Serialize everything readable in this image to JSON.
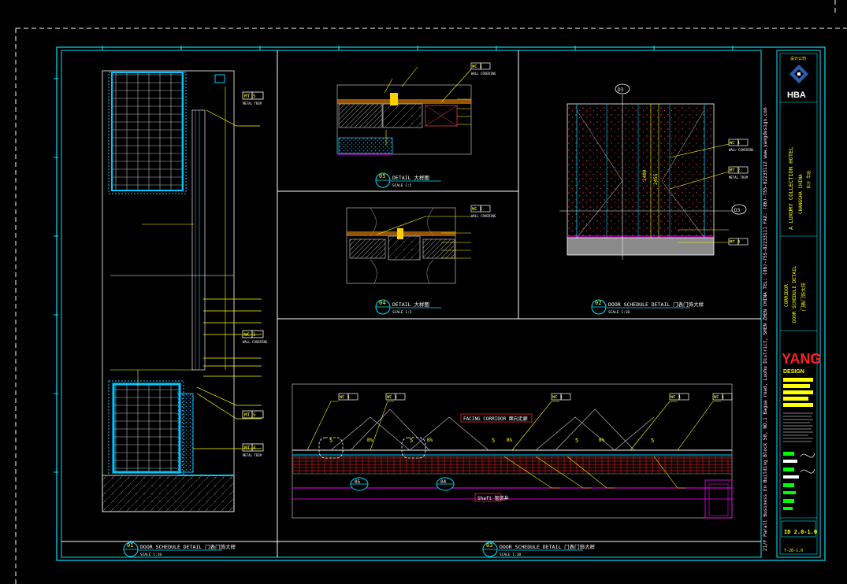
{
  "colors": {
    "background": "#000000",
    "border": "#00e5ff",
    "annotation": "#ffff00",
    "hatch": "#00c8ff",
    "white": "#ffffff",
    "red": "#ff2020",
    "magenta": "#ff00ff",
    "green": "#00ff00"
  },
  "detail_titles": {
    "d01_left": {
      "num": "01",
      "title": "DOOR SCHEDULE DETAIL 门表门饰大样",
      "scale": "SCALE 1:10"
    },
    "d05": {
      "num": "05",
      "title": "DETAIL 大样图",
      "scale": "SCALE 1:5"
    },
    "d04": {
      "num": "04",
      "title": "DETAIL 大样图",
      "scale": "SCALE 1:5"
    },
    "d02": {
      "num": "02",
      "title": "DOOR SCHEDULE DETAIL 门表门饰大样",
      "scale": "SCALE 1:10"
    },
    "d03": {
      "num": "03",
      "title": "DOOR SCHEDULE DETAIL 门表门饰大样",
      "scale": "SCALE 1:10"
    }
  },
  "callouts": {
    "mt5": "MT 5",
    "mt2": "MT 2",
    "mt4": "MT 4",
    "wc1": "WC 1",
    "metal_trim": "METAL TRIM",
    "wall_covering": "WALL COVERING",
    "facing_corridor": "FACING CORRIDOR 面向走廊",
    "shaft": "Shaft 管道井",
    "label_d3": "D3",
    "dim_2400": "2400",
    "dim_2455": "2455",
    "dim_bc": "B%",
    "marker_5": "5",
    "ref_05": "05",
    "ref_04": "04",
    "ref_01": "01"
  },
  "title_block": {
    "company": "HBA",
    "company_cn": "设计公司",
    "project_en": "A LUXURY COLLECTION HOTEL",
    "project_city": "CHANGSHA CHINA",
    "project_cn": "长沙 华远",
    "drawing_title_en": "DOOR SCHEDULE DETAIL",
    "drawing_title_cn": "门表门饰大样",
    "drawing_label": "CORRIDOR",
    "yang_label": "YANG",
    "yang_sub": "DESIGN",
    "sheet_no": "ID 2.0-1.0",
    "revision": "T-28-1.0"
  },
  "address_strip": "21/F Parall Business En Building Block 50, NO.1 Bagua road, Luohu District, SHEN ZHEN CHINA  TEL: (86)-755-82233111  FAX: (86)-755-82233112  www.yangdesign.com"
}
